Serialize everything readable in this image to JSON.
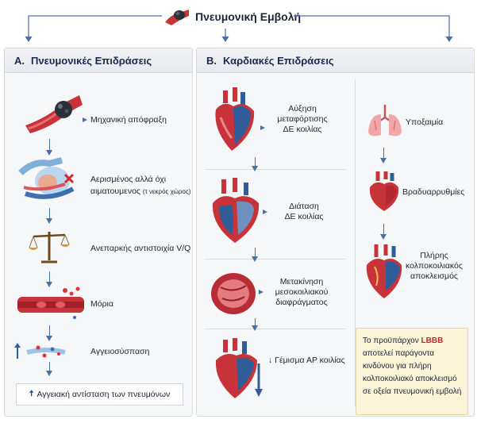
{
  "title": "Πνευμονική Εμβολή",
  "panel_a": {
    "letter": "A.",
    "heading": "Πνευμονικές Επιδράσεις",
    "items": [
      {
        "label": "Μηχανική απόφραξη"
      },
      {
        "label_line1": "Αερισμένος αλλά όχι",
        "label_line2": "αιματουμενος",
        "label_note": "(τ νεκρός χώρος)"
      },
      {
        "label": "Ανεπαρκής αντιστοιχία V/Q"
      },
      {
        "label": "Μόρια"
      },
      {
        "label": "Αγγειοσύσπαση"
      }
    ],
    "bottom_arrow": "🠅",
    "bottom_label": "Αγγειακή αντίσταση των πνευμόνων"
  },
  "panel_b": {
    "letter": "B.",
    "heading": "Καρδιακές Επιδράσεις",
    "left_items": [
      {
        "lines": [
          "Αύξηση",
          "μεταφόρτισης",
          "ΔΕ κοιλίας"
        ]
      },
      {
        "lines": [
          "Διάταση",
          "ΔΕ κοιλίας"
        ]
      },
      {
        "lines": [
          "Μετακίνηση",
          "μεσοκοιλιακού",
          "διαφράγματος"
        ]
      },
      {
        "lines": [
          "↓ Γέμισμα ΑΡ κοιλίας"
        ]
      }
    ],
    "right_items": [
      {
        "lines": [
          "Υποξαιμία"
        ]
      },
      {
        "lines": [
          "Βραδυαρρυθμίες"
        ]
      },
      {
        "lines": [
          "Πλήρης",
          "κολποκοιλιακός",
          "αποκλεισμός"
        ]
      }
    ],
    "note": {
      "prefix": "Το προϋπάρχον ",
      "highlight": "LBBB",
      "suffix": " αποτελεί παράγοντα κινδύνου για πλήρη κολποκοιλιακό αποκλεισμό σε οξεία πνευμονική εμβολή"
    }
  },
  "colors": {
    "arrow": "#4a6fa5",
    "heart_red": "#c8333a",
    "heart_blue": "#2f5d9a",
    "note_bg": "#fbf4d9",
    "highlight": "#c4292f"
  }
}
